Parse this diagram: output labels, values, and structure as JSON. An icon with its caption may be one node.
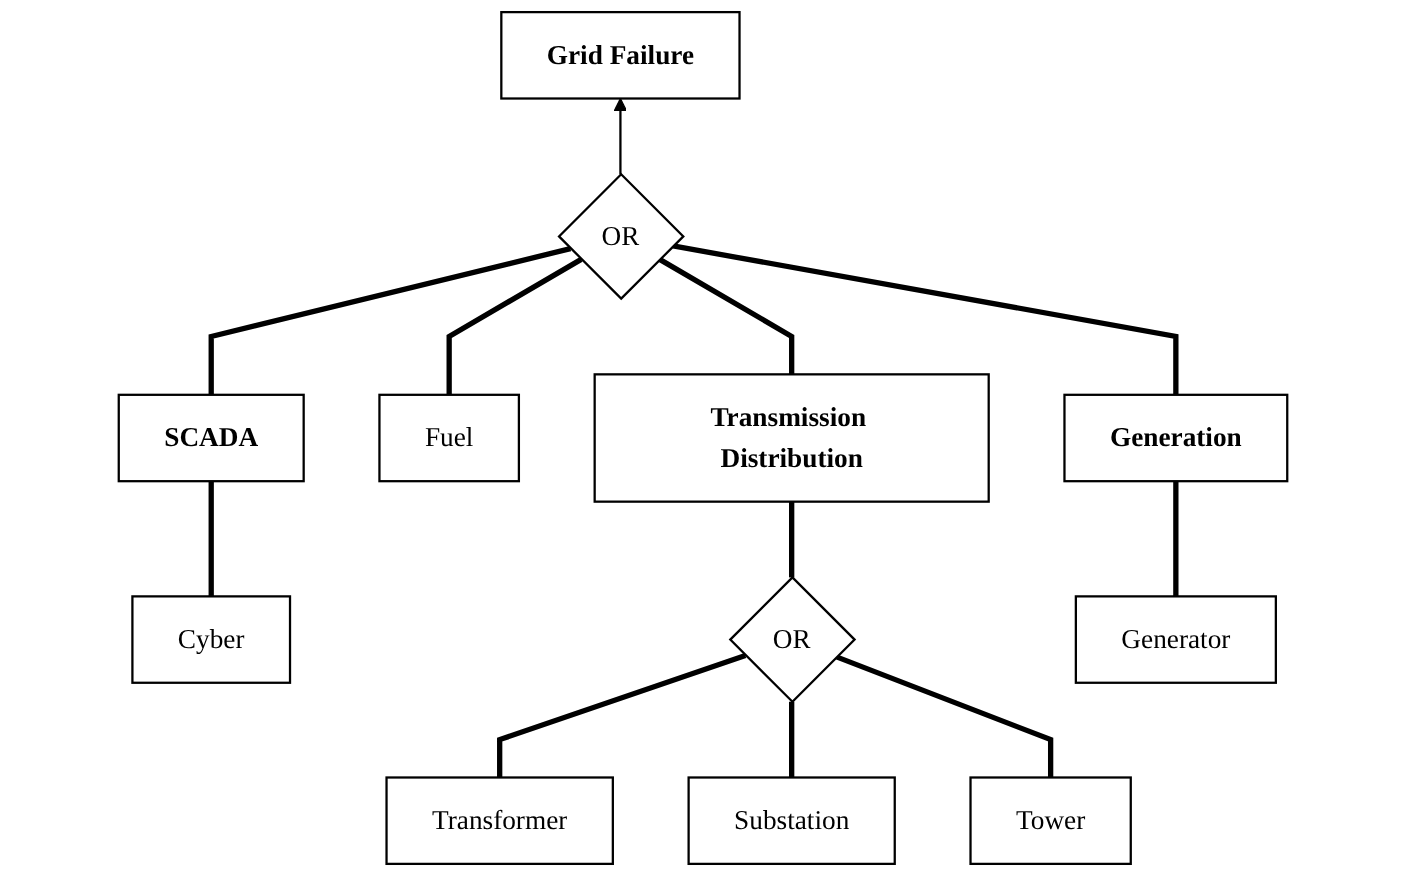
{
  "diagram": {
    "nodes": [
      {
        "text": [
          "Grid Failure"
        ]
      },
      {
        "text": [
          "OR"
        ]
      },
      {
        "text": [
          "SCADA"
        ]
      },
      {
        "text": [
          "Transmission Distribution"
        ]
      },
      {
        "text": [
          "Generation"
        ]
      },
      {
        "text": [
          "OR"
        ]
      },
      {
        "text": [
          "Cyber"
        ]
      },
      {
        "text": [
          "Fuel"
        ]
      },
      {
        "text": [
          "Transformer"
        ]
      },
      {
        "text": [
          "Substation"
        ]
      },
      {
        "text": [
          "Tower"
        ]
      },
      {
        "text": [
          "Generator"
        ]
      }
    ],
    "edges": [
      {
        "from": 1,
        "to": 0,
        "arrow": "to"
      },
      {
        "from": 1,
        "to": 2,
        "arrow": "none"
      },
      {
        "from": 1,
        "to": 7,
        "arrow": "none"
      },
      {
        "from": 1,
        "to": 3,
        "arrow": "none"
      },
      {
        "from": 1,
        "to": 4,
        "arrow": "none"
      },
      {
        "from": 2,
        "to": 6,
        "arrow": "none"
      },
      {
        "from": 3,
        "to": 5,
        "arrow": "none"
      },
      {
        "from": 5,
        "to": 8,
        "arrow": "none"
      },
      {
        "from": 5,
        "to": 9,
        "arrow": "none"
      },
      {
        "from": 5,
        "to": 10,
        "arrow": "none"
      },
      {
        "from": 4,
        "to": 11,
        "arrow": "none"
      }
    ]
  }
}
